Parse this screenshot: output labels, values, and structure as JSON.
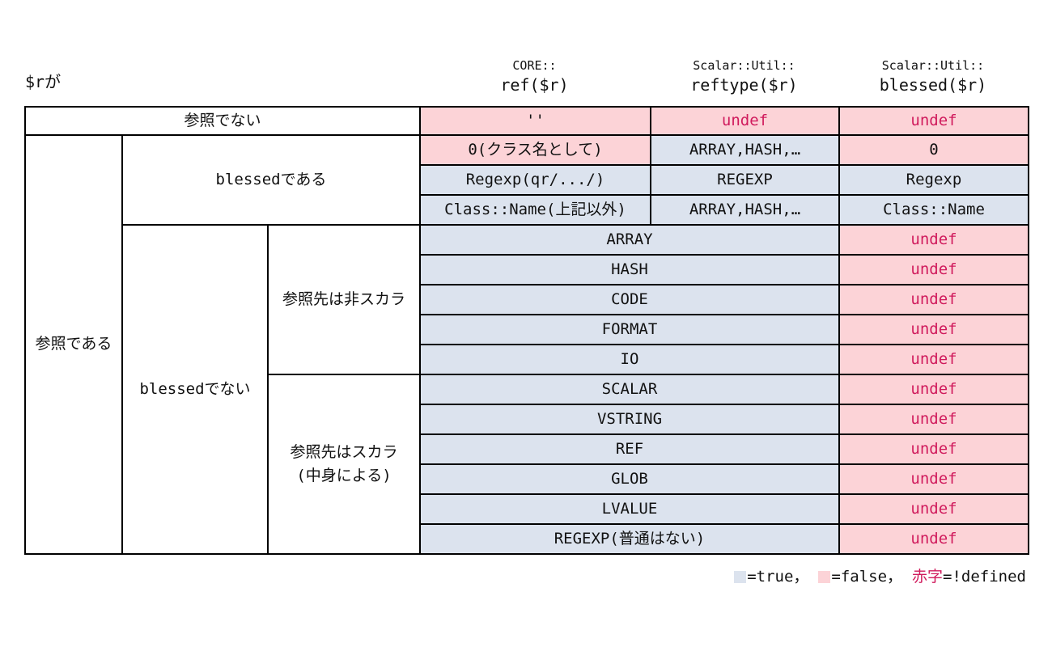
{
  "colors": {
    "true_bg": "#dce3ee",
    "false_bg": "#fcd3d7",
    "undef_red": "#d01a5c"
  },
  "header": {
    "row_var_label": "$rが",
    "columns": [
      {
        "namespace": "CORE::",
        "func": "ref($r)"
      },
      {
        "namespace": "Scalar::Util::",
        "func": "reftype($r)"
      },
      {
        "namespace": "Scalar::Util::",
        "func": "blessed($r)"
      }
    ]
  },
  "table": {
    "side": {
      "not_ref": "参照でない",
      "is_ref": "参照である",
      "blessed": "blessedである",
      "not_blessed": "blessedでない",
      "target_nonscalar": "参照先は非スカラ",
      "target_scalar_line1": "参照先はスカラ",
      "target_scalar_line2": "(中身による)"
    },
    "not_ref_row": {
      "ref": "''",
      "reftype": "undef",
      "blessed": "undef"
    },
    "blessed_rows": [
      {
        "ref": "0(クラス名として)",
        "reftype": "ARRAY,HASH,…",
        "blessed": "0"
      },
      {
        "ref": "Regexp(qr/.../)",
        "reftype": "REGEXP",
        "blessed": "Regexp"
      },
      {
        "ref": "Class::Name(上記以外)",
        "reftype": "ARRAY,HASH,…",
        "blessed": "Class::Name"
      }
    ],
    "nonscalar_rows": [
      {
        "value": "ARRAY",
        "blessed": "undef"
      },
      {
        "value": "HASH",
        "blessed": "undef"
      },
      {
        "value": "CODE",
        "blessed": "undef"
      },
      {
        "value": "FORMAT",
        "blessed": "undef"
      },
      {
        "value": "IO",
        "blessed": "undef"
      }
    ],
    "scalar_rows": [
      {
        "value": "SCALAR",
        "blessed": "undef"
      },
      {
        "value": "VSTRING",
        "blessed": "undef"
      },
      {
        "value": "REF",
        "blessed": "undef"
      },
      {
        "value": "GLOB",
        "blessed": "undef"
      },
      {
        "value": "LVALUE",
        "blessed": "undef"
      },
      {
        "value": "REGEXP(普通はない)",
        "blessed": "undef"
      }
    ]
  },
  "legend": {
    "true_text": "=true，",
    "false_text": "=false，",
    "defined_word": "赤字",
    "defined_text": "=!defined"
  },
  "chart_data": {
    "type": "table",
    "title": "$rが — ref($r) / reftype($r) / blessed($r) の戻り値",
    "columns": [
      "$rが",
      "CORE::ref($r)",
      "Scalar::Util::reftype($r)",
      "Scalar::Util::blessed($r)"
    ],
    "rows": [
      [
        "参照でない",
        "''",
        "undef",
        "undef"
      ],
      [
        "参照である / blessedである",
        "0(クラス名として)",
        "ARRAY,HASH,…",
        "0"
      ],
      [
        "参照である / blessedである",
        "Regexp(qr/.../)",
        "REGEXP",
        "Regexp"
      ],
      [
        "参照である / blessedである",
        "Class::Name(上記以外)",
        "ARRAY,HASH,…",
        "Class::Name"
      ],
      [
        "参照である / blessedでない / 参照先は非スカラ",
        "ARRAY",
        "ARRAY",
        "undef"
      ],
      [
        "参照である / blessedでない / 参照先は非スカラ",
        "HASH",
        "HASH",
        "undef"
      ],
      [
        "参照である / blessedでない / 参照先は非スカラ",
        "CODE",
        "CODE",
        "undef"
      ],
      [
        "参照である / blessedでない / 参照先は非スカラ",
        "FORMAT",
        "FORMAT",
        "undef"
      ],
      [
        "参照である / blessedでない / 参照先は非スカラ",
        "IO",
        "IO",
        "undef"
      ],
      [
        "参照である / blessedでない / 参照先はスカラ(中身による)",
        "SCALAR",
        "SCALAR",
        "undef"
      ],
      [
        "参照である / blessedでない / 参照先はスカラ(中身による)",
        "VSTRING",
        "VSTRING",
        "undef"
      ],
      [
        "参照である / blessedでない / 参照先はスカラ(中身による)",
        "REF",
        "REF",
        "undef"
      ],
      [
        "参照である / blessedでない / 参照先はスカラ(中身による)",
        "GLOB",
        "GLOB",
        "undef"
      ],
      [
        "参照である / blessedでない / 参照先はスカラ(中身による)",
        "LVALUE",
        "LVALUE",
        "undef"
      ],
      [
        "参照である / blessedでない / 参照先はスカラ(中身による)",
        "REGEXP(普通はない)",
        "REGEXP",
        "undef"
      ]
    ],
    "legend": "青背景=true, 桃背景=false, 赤字=!defined"
  }
}
